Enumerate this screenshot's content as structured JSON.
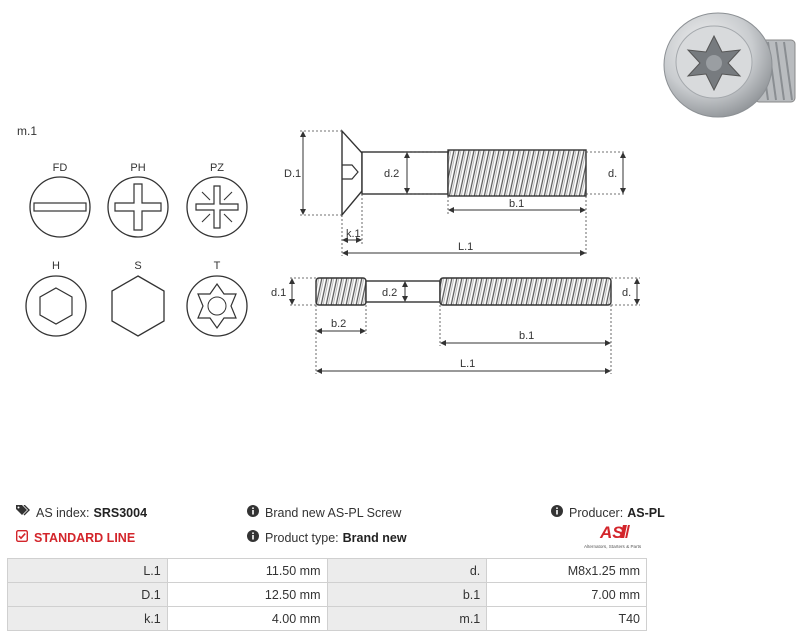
{
  "drawing": {
    "mark": "m.1",
    "head_types": [
      {
        "code": "FD",
        "icon": "slotted-head-icon"
      },
      {
        "code": "PH",
        "icon": "phillips-head-icon"
      },
      {
        "code": "PZ",
        "icon": "pozidriv-head-icon"
      },
      {
        "code": "H",
        "icon": "hex-socket-head-icon"
      },
      {
        "code": "S",
        "icon": "hex-head-icon"
      },
      {
        "code": "T",
        "icon": "torx-head-icon"
      }
    ],
    "screw1_labels": {
      "D1": "D.1",
      "d2": "d.2",
      "d": "d.",
      "b1": "b.1",
      "k1": "k.1",
      "L1": "L.1"
    },
    "screw2_labels": {
      "d1": "d.1",
      "d2": "d.2",
      "d": "d.",
      "b2": "b.2",
      "b1": "b.1",
      "L1": "L.1"
    }
  },
  "info": {
    "as_index_label": "AS index:",
    "as_index_value": "SRS3004",
    "line": "STANDARD LINE",
    "description": "Brand new AS-PL Screw",
    "product_type_label": "Product type:",
    "product_type_value": "Brand new",
    "producer_label": "Producer:",
    "producer_value": "AS-PL",
    "logo_text": "AS",
    "logo_tagline": "Alternators, Starters & Parts"
  },
  "specs": [
    {
      "k1": "L.1",
      "v1": "11.50 mm",
      "k2": "d.",
      "v2": "M8x1.25 mm"
    },
    {
      "k1": "D.1",
      "v1": "12.50 mm",
      "k2": "b.1",
      "v2": "7.00 mm"
    },
    {
      "k1": "k.1",
      "v1": "4.00 mm",
      "k2": "m.1",
      "v2": "T40"
    }
  ],
  "colors": {
    "accent": "#d3252b",
    "key_cell": "#ececec",
    "border": "#d0d0d0"
  }
}
